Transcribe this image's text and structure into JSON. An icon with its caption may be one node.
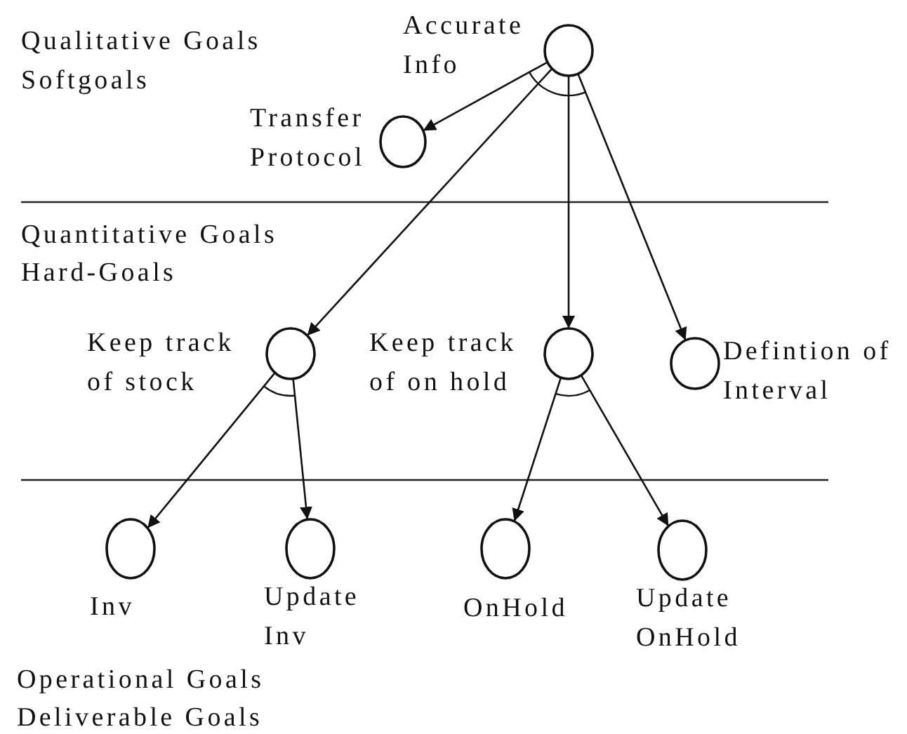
{
  "diagram": {
    "nodes": [
      {
        "text": [
          "Accurate Info"
        ]
      },
      {
        "text": [
          "Transfer Protocol"
        ]
      },
      {
        "text": [
          "Keep track of stock"
        ]
      },
      {
        "text": [
          "Keep track of on hold"
        ]
      },
      {
        "text": [
          "Defintion of Interval"
        ]
      },
      {
        "text": [
          "Inv"
        ]
      },
      {
        "text": [
          "Update Inv"
        ]
      },
      {
        "text": [
          "OnHold"
        ]
      },
      {
        "text": [
          "Update OnHold"
        ]
      }
    ],
    "edges": [
      {
        "from": 0,
        "to": 1,
        "arrow": "to"
      },
      {
        "from": 0,
        "to": 2,
        "arrow": "to"
      },
      {
        "from": 0,
        "to": 3,
        "arrow": "to"
      },
      {
        "from": 0,
        "to": 4,
        "arrow": "to"
      },
      {
        "from": 2,
        "to": 5,
        "arrow": "to"
      },
      {
        "from": 2,
        "to": 6,
        "arrow": "to"
      },
      {
        "from": 3,
        "to": 7,
        "arrow": "to"
      },
      {
        "from": 3,
        "to": 8,
        "arrow": "to"
      }
    ],
    "labels": [
      "Qualitative Goals",
      "Softgoals",
      "Quantitative Goals",
      "Hard-Goals",
      "Operational Goals",
      "Deliverable Goals"
    ]
  }
}
